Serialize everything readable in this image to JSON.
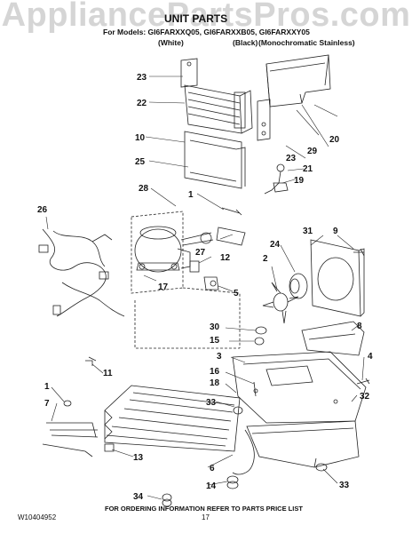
{
  "watermark": "AppliancePartsPros.com",
  "header": {
    "title": "UNIT PARTS",
    "models_line": "For Models: GI6FARXXQ05, GI6FARXXB05, GI6FARXXY05",
    "variant_white": "(White)",
    "variant_black": "(Black)",
    "variant_mono": "(Monochromatic Stainless)"
  },
  "callouts": [
    "1",
    "2",
    "3",
    "4",
    "5",
    "6",
    "7",
    "8",
    "9",
    "10",
    "11",
    "12",
    "13",
    "14",
    "15",
    "16",
    "17",
    "18",
    "19",
    "20",
    "21",
    "22",
    "23",
    "24",
    "25",
    "26",
    "27",
    "28",
    "29",
    "30",
    "31",
    "32",
    "33",
    "34"
  ],
  "footer": {
    "part_number": "W10404952",
    "page": "17",
    "ordering_note": "FOR ORDERING INFORMATION REFER TO PARTS PRICE LIST"
  }
}
